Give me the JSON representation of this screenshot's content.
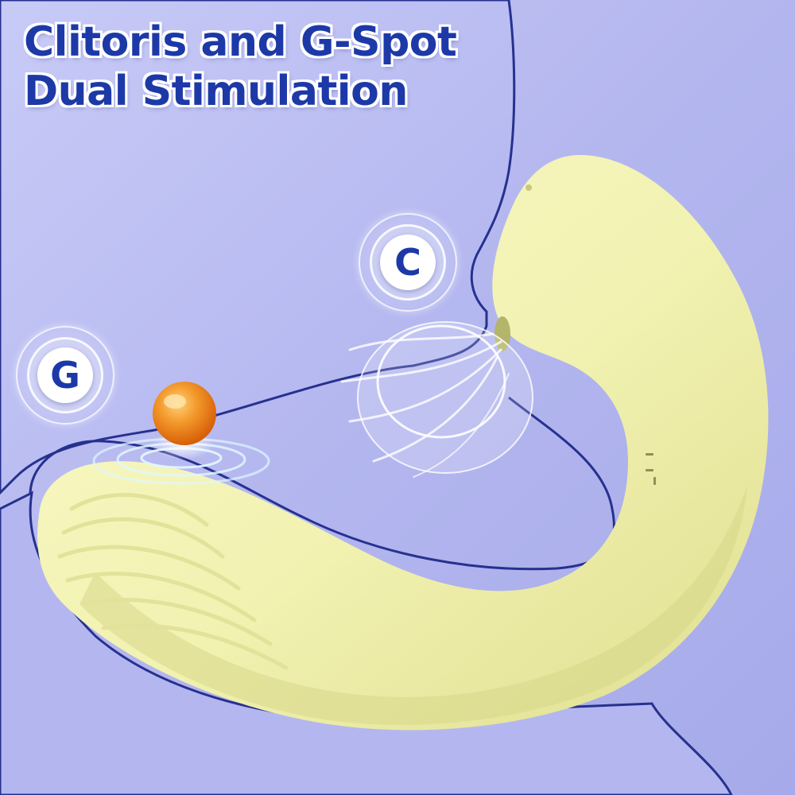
{
  "headline": {
    "line1": "Clitoris and G-Spot",
    "line2": "Dual Stimulation"
  },
  "markers": {
    "c_label": "C",
    "g_label": "G"
  },
  "colors": {
    "background": "#b9bdf0",
    "text_blue": "#1d39a8",
    "device_yellow": "#f3f3b5",
    "outline_blue": "#1e2a8c",
    "accent_orange": "#e86a10"
  }
}
